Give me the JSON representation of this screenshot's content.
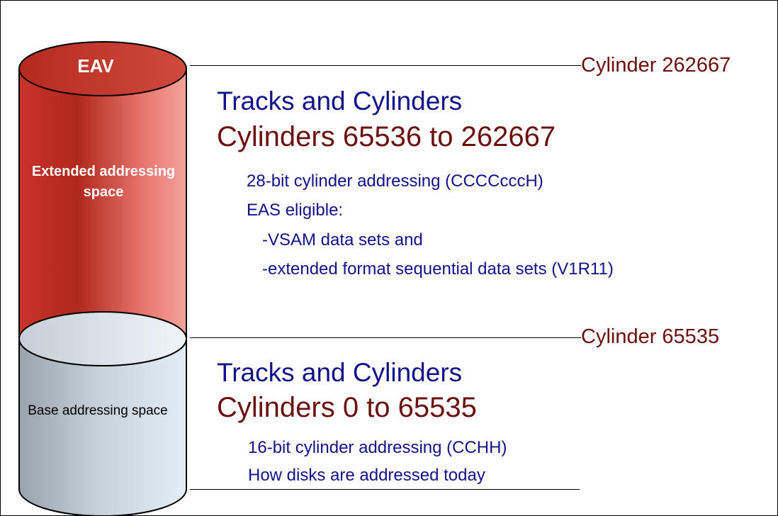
{
  "cylinder": {
    "top_label": "EAV",
    "extended_label": "Extended addressing space",
    "base_label": "Base addressing space"
  },
  "upper_section": {
    "marker": "Cylinder 262667",
    "heading": "Tracks and Cylinders",
    "range": "Cylinders 65536 to 262667",
    "details": [
      "28-bit cylinder addressing (CCCCcccH)",
      "EAS eligible:",
      "-VSAM data sets  and",
      "-extended format sequential data sets (V1R11)"
    ]
  },
  "lower_section": {
    "marker": "Cylinder 65535",
    "heading": "Tracks and Cylinders",
    "range": "Cylinders 0 to 65535",
    "details": [
      "16-bit cylinder addressing (CCHH)",
      "How disks are addressed today"
    ]
  },
  "colors": {
    "extended_fill": "#c0392b",
    "base_fill": "#b8c4d0",
    "marker_text": "#6b0f0f",
    "heading_text": "#12128a"
  }
}
